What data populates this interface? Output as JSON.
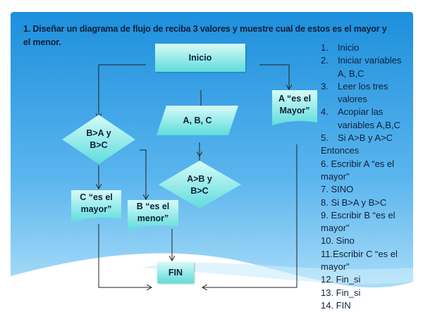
{
  "title": "1. Diseñar un diagrama de flujo de reciba 3 valores y muestre cual de estos es el mayor y el menor.",
  "flowchart": {
    "start": "Inicio",
    "input": "A, B, C",
    "decision_left": [
      "B>A y",
      "B>C"
    ],
    "decision_center": [
      "A>B y",
      "B>C"
    ],
    "output_a": [
      "A “es el",
      "Mayor”"
    ],
    "output_c": [
      "C “es el",
      "mayor”"
    ],
    "output_b": [
      "B “es el",
      "menor”"
    ],
    "end": "FIN"
  },
  "steps": [
    {
      "n": "1.",
      "text": "Inicio"
    },
    {
      "n": "2.",
      "text": "Iniciar variables",
      "cont": "A, B,C"
    },
    {
      "n": "3.",
      "text": "Leer los tres",
      "cont": "valores"
    },
    {
      "n": "4.",
      "text": "Acopiar las",
      "cont": "variables A,B,C"
    },
    {
      "n": "5.",
      "text": "Si A>B y A>C"
    },
    {
      "text": "Entonces"
    },
    {
      "text": "6. Escribir A “es el"
    },
    {
      "text": "mayor”"
    },
    {
      "text": "7. SINO"
    },
    {
      "text": "8. Si B>A y B>C"
    },
    {
      "text": "9. Escribir B “es el"
    },
    {
      "text": "mayor”"
    },
    {
      "text": "10. Sino"
    },
    {
      "text": "11.Escribir C “es el"
    },
    {
      "text": "mayor”"
    },
    {
      "text": "12. Fin_si"
    },
    {
      "text": "13. Fin_si"
    },
    {
      "text": "14. FIN"
    }
  ]
}
